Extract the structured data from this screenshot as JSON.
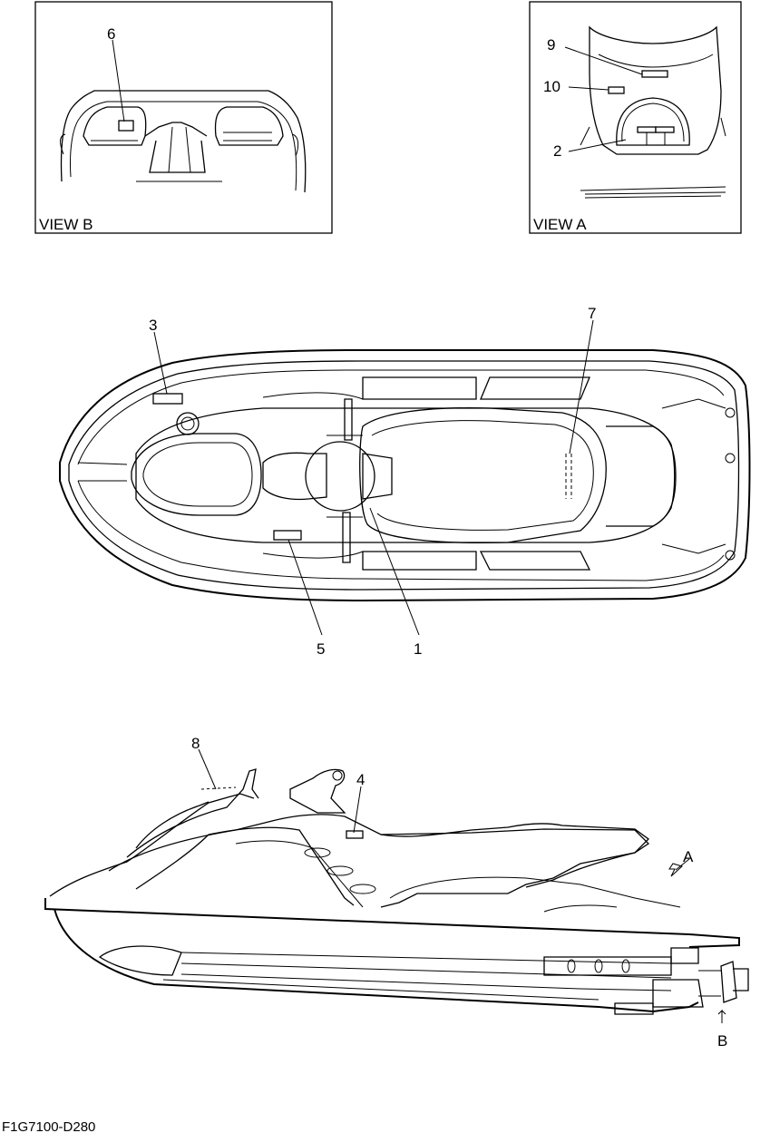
{
  "view_b": {
    "title": "VIEW B",
    "callouts": [
      "6"
    ]
  },
  "view_a": {
    "title": "VIEW A",
    "callouts": [
      "9",
      "10",
      "2"
    ]
  },
  "top_view": {
    "callouts": [
      "3",
      "7",
      "5",
      "1"
    ]
  },
  "side_view": {
    "callouts": [
      "8",
      "4"
    ],
    "arrows": [
      "A",
      "B"
    ]
  },
  "drawing_code": "F1G7100-D280"
}
